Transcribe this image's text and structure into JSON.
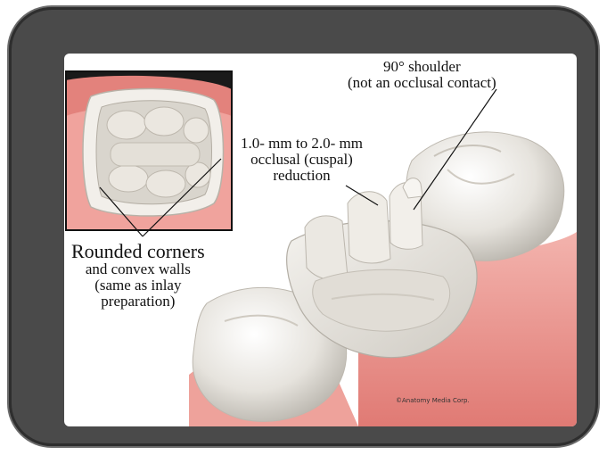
{
  "annotations": {
    "shoulder": [
      "90° shoulder",
      "(not an occlusal contact)"
    ],
    "reduction": [
      "1.0- mm to 2.0- mm",
      "occlusal (cuspal)",
      "reduction"
    ],
    "rounded": [
      "Rounded corners",
      "and convex walls",
      "(same as inlay",
      "preparation)"
    ]
  },
  "copyright": "©Anatomy Media Corp."
}
